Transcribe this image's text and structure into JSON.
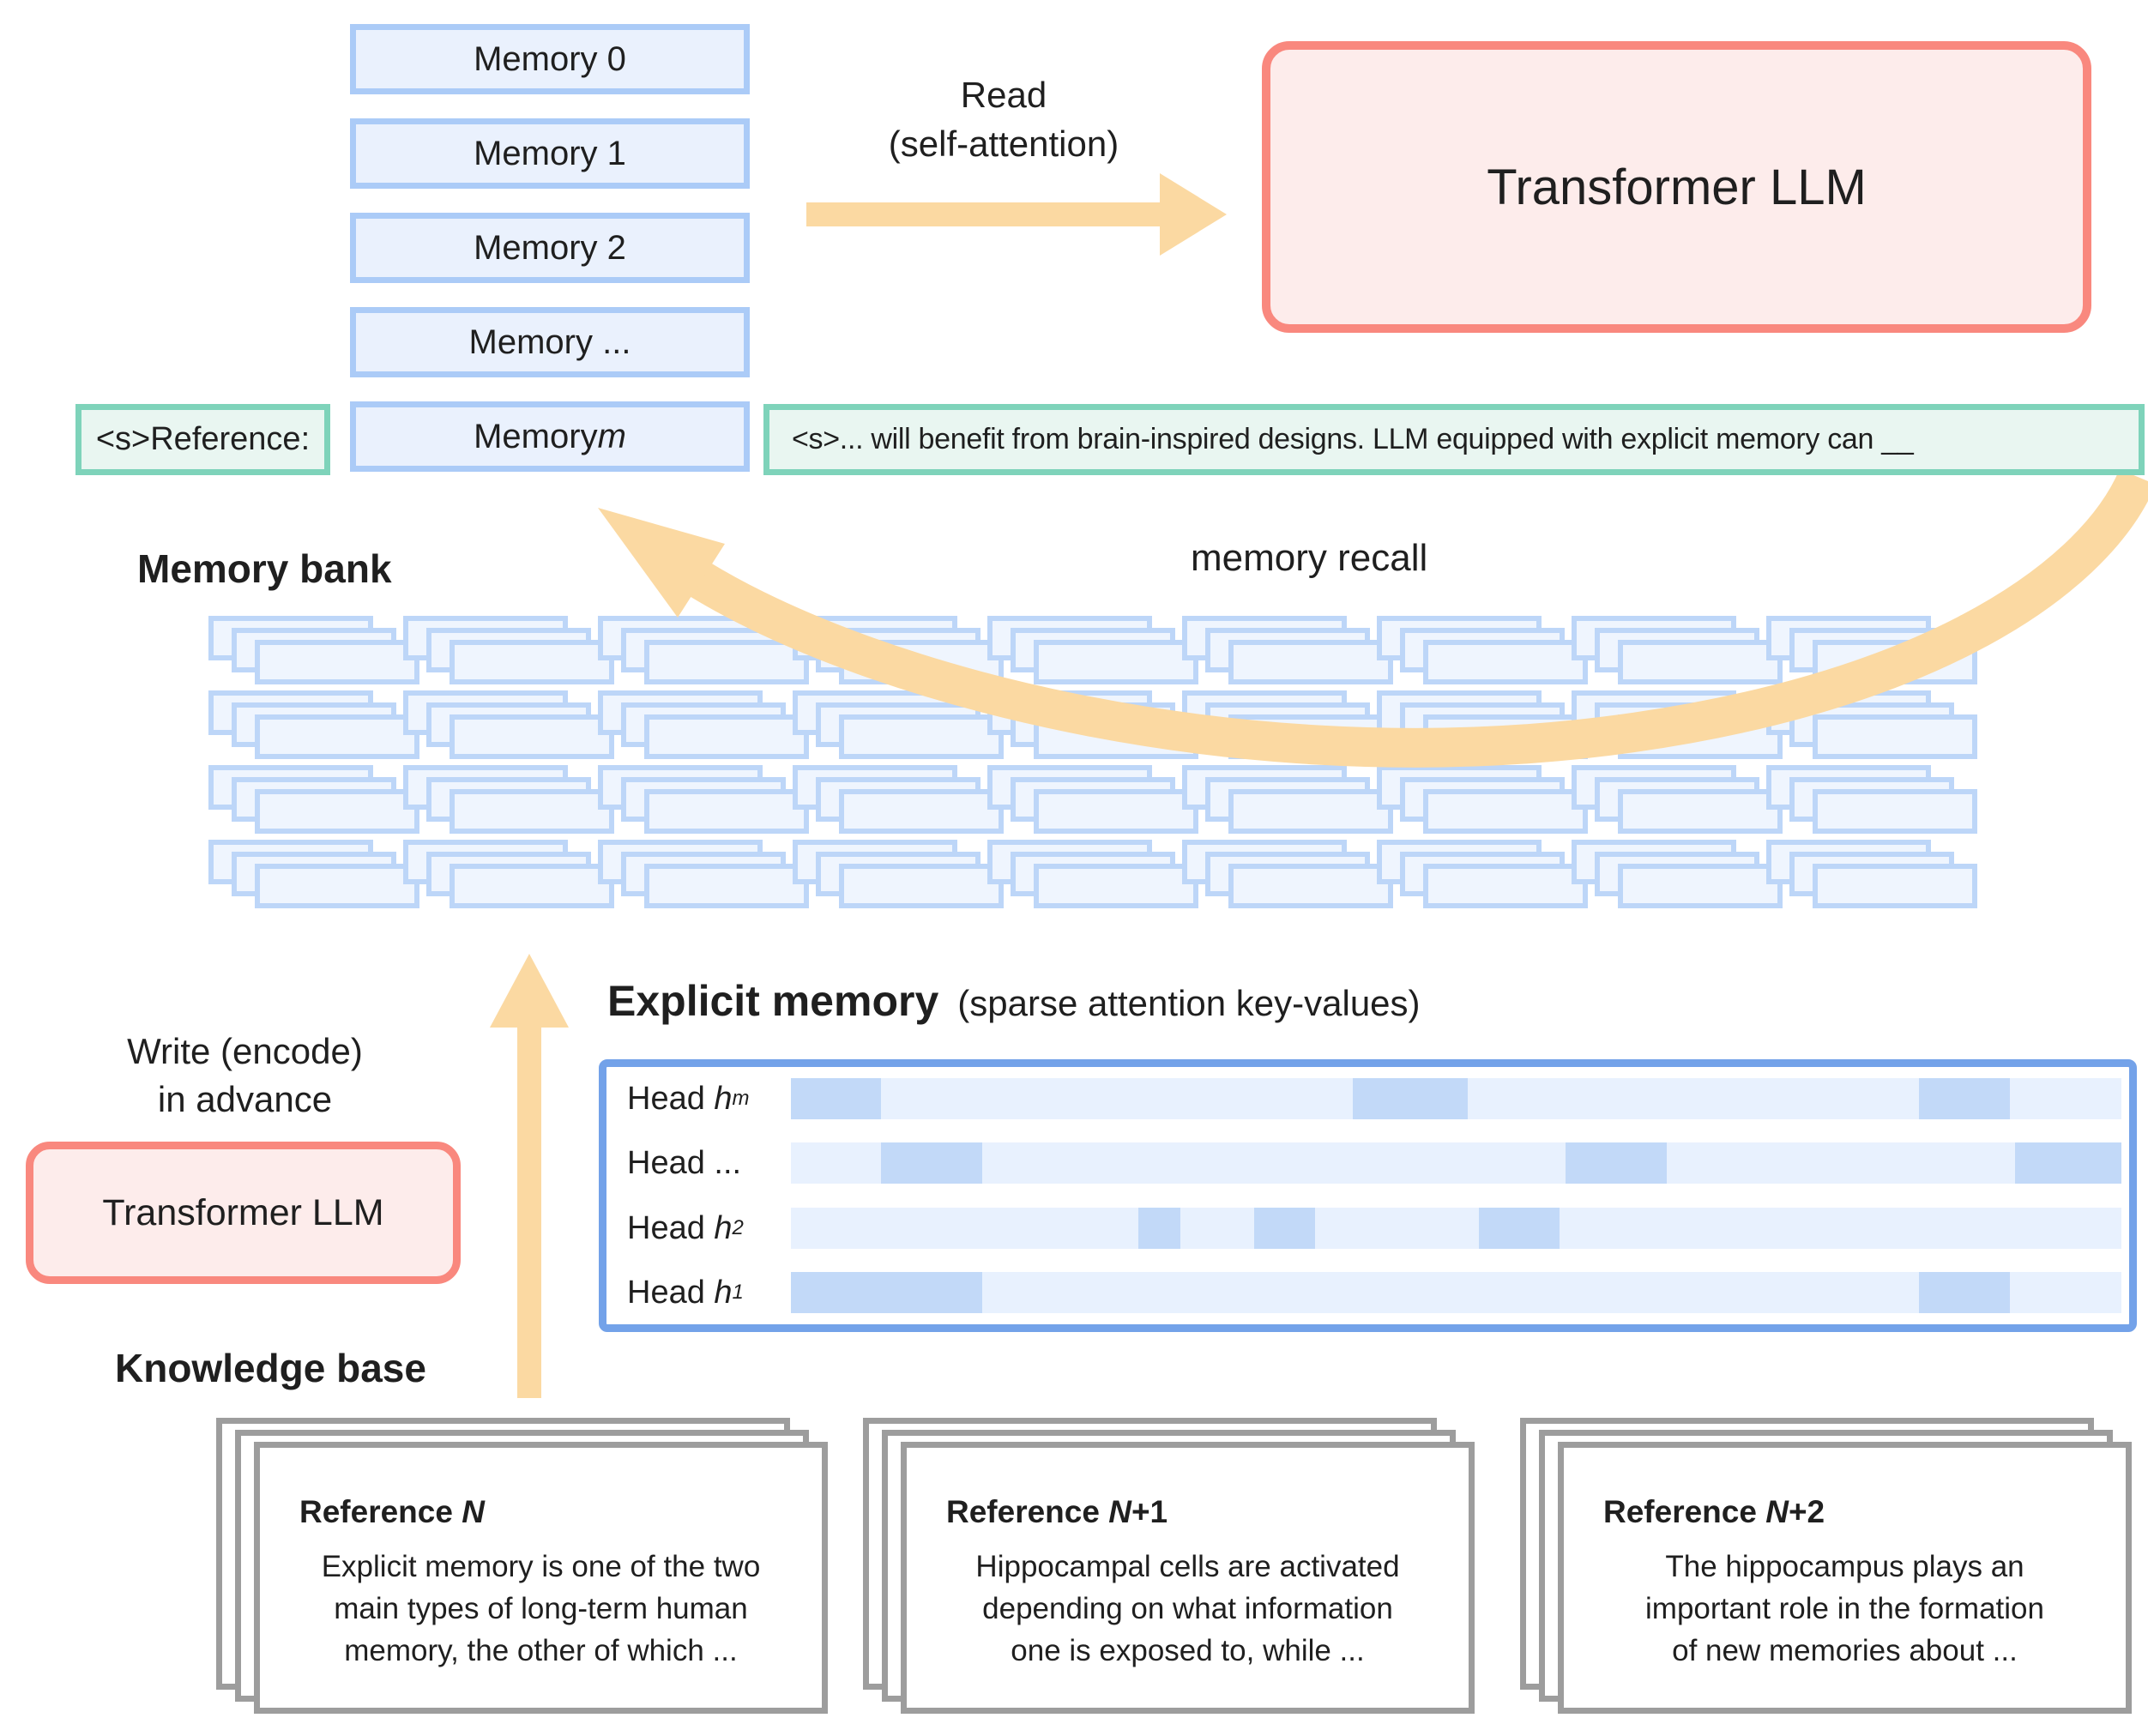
{
  "memory_stack": {
    "items": [
      {
        "prefix": "Memory 0",
        "em": ""
      },
      {
        "prefix": "Memory 1",
        "em": ""
      },
      {
        "prefix": "Memory 2",
        "em": ""
      },
      {
        "prefix": "Memory ...",
        "em": ""
      },
      {
        "prefix": "Memory ",
        "em": "m"
      }
    ]
  },
  "reference_token_box": {
    "label": "<s>Reference:"
  },
  "query_box": {
    "label": "<s>... will benefit from brain-inspired designs. LLM equipped with explicit memory can __"
  },
  "read_arrow": {
    "label_line1": "Read",
    "label_line2": "(self-attention)"
  },
  "transformer_llm_top": {
    "label": "Transformer LLM"
  },
  "memory_bank": {
    "label": "Memory bank",
    "rows": 4,
    "cols": 9
  },
  "memory_recall": {
    "label": "memory recall"
  },
  "write_arrow": {
    "label_line1": "Write (encode)",
    "label_line2": "in advance"
  },
  "transformer_llm_left": {
    "label": "Transformer LLM"
  },
  "knowledge_base": {
    "label": "Knowledge base"
  },
  "explicit_memory": {
    "title": "Explicit memory",
    "subtitle": "(sparse attention key-values)",
    "rows": [
      {
        "prefix": "Head ",
        "em": "h",
        "sub": "m",
        "segments": [
          [
            0.0,
            0.068
          ],
          [
            0.422,
            0.509
          ],
          [
            0.848,
            0.916
          ]
        ]
      },
      {
        "prefix": "Head ...",
        "em": "",
        "sub": "",
        "segments": [
          [
            0.068,
            0.144
          ],
          [
            0.582,
            0.658
          ],
          [
            0.92,
            1.0
          ]
        ]
      },
      {
        "prefix": "Head ",
        "em": "h",
        "sub": "2",
        "segments": [
          [
            0.261,
            0.293
          ],
          [
            0.348,
            0.394
          ],
          [
            0.517,
            0.578
          ]
        ]
      },
      {
        "prefix": "Head ",
        "em": "h",
        "sub": "1",
        "segments": [
          [
            0.0,
            0.144
          ],
          [
            0.848,
            0.916
          ]
        ]
      }
    ]
  },
  "reference_cards": [
    {
      "title_prefix": "Reference ",
      "title_em": "N",
      "title_suffix": "",
      "body_lines": [
        "Explicit memory is one of the two",
        "main types of long-term human",
        "memory, the other of which ..."
      ]
    },
    {
      "title_prefix": "Reference ",
      "title_em": "N",
      "title_suffix": "+1",
      "body_lines": [
        "Hippocampal cells are activated",
        "depending on what information",
        "one is exposed to, while ..."
      ]
    },
    {
      "title_prefix": "Reference ",
      "title_em": "N",
      "title_suffix": "+2",
      "body_lines": [
        "The hippocampus plays an",
        "important role in the formation",
        "of new memories about ..."
      ]
    }
  ],
  "colors": {
    "memory_box_border": "#abcbf7",
    "memory_box_fill": "#eaf1fd",
    "green_border": "#7ed3ba",
    "green_fill": "#e9f6f1",
    "pink_border": "#f9887e",
    "pink_fill": "#fdeceb",
    "orange_arrow": "#fbd9a2",
    "bank_card_border": "#bdd6f8",
    "bank_card_fill": "#eff5fe",
    "explicit_border": "#73a2e9",
    "explicit_row_bg": "#e8f1fe",
    "explicit_highlight": "#c2d9f8",
    "gray_card_border": "#9d9d9d",
    "text": "#1f1f1f"
  }
}
